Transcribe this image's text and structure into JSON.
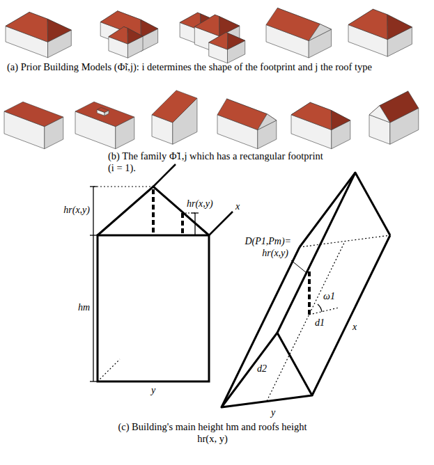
{
  "diagram": {
    "labels": [
      "(a) Prior Building Models (Φ̃i,j): i determines the shape of the footprint and j the roof type",
      "(b) The family Φ̃1,j which has a rectangular footprint (i = 1).",
      "hr(x,y)",
      "hr(x,y)",
      "hm",
      "x",
      "y",
      "D(P1,Pm)=",
      "hr(x,y)",
      "ω1",
      "d1",
      "d2",
      "x",
      "y",
      "(c) Building's main height hm and roofs height hr(x, y)"
    ]
  }
}
